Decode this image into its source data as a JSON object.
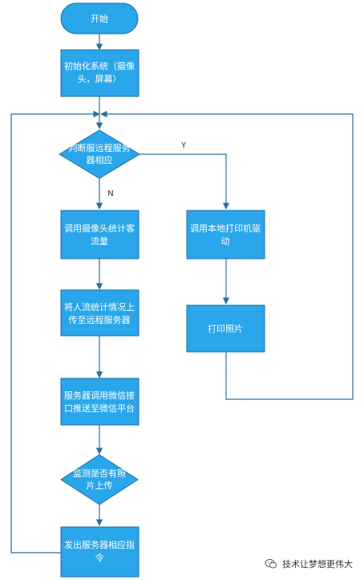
{
  "nodes": {
    "start": "开始",
    "init_line1": "初始化系统（摄像",
    "init_line2": "头，屏幕）",
    "decision1_line1": "判断服远程服务",
    "decision1_line2": "器相应",
    "call_camera_line1": "调用摄像头统计客",
    "call_camera_line2": "流量",
    "upload_line1": "将人流统计情况上",
    "upload_line2": "传至远程服务器",
    "push_line1": "服务器调用微信接",
    "push_line2": "口推送至微信平台",
    "decision2_line1": "监测是否有照",
    "decision2_line2": "片上传",
    "command_line1": "发出服务器相应指",
    "command_line2": "令",
    "printer_driver_line1": "调用本地打印机驱",
    "printer_driver_line2": "动",
    "print_photo": "打印照片"
  },
  "edges": {
    "yes_label": "Y",
    "no_label": "N"
  },
  "watermark": {
    "text": "技术让梦想更伟大",
    "icon": "wechat-icon"
  },
  "colors": {
    "node_fill": "#2aa6ea",
    "node_border": "#1c6fa6",
    "line": "#2a6f9d"
  }
}
